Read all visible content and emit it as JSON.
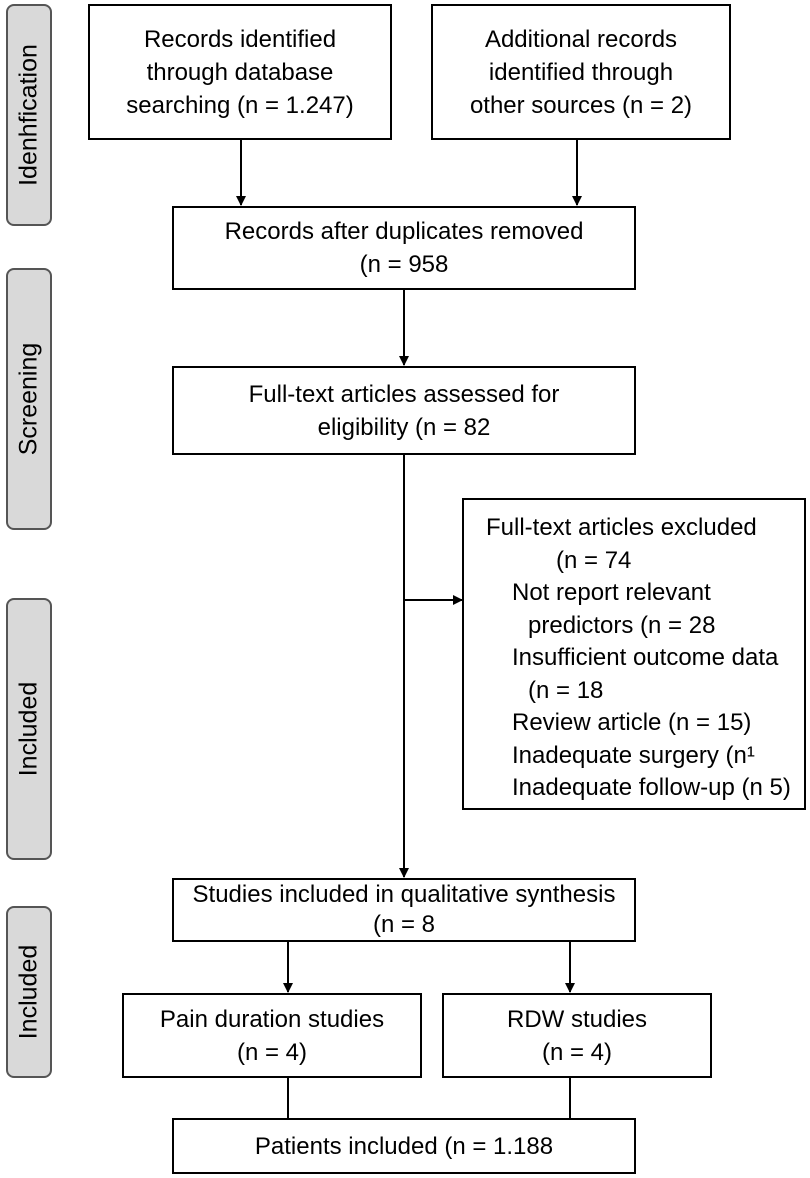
{
  "phases": {
    "identification": "Idenhfication",
    "screening": "Screening",
    "included_1": "Included",
    "included_2": "Included"
  },
  "boxes": {
    "database": [
      "Records identified",
      "through database",
      "searching (n = 1.247)"
    ],
    "other_sources": [
      "Additional records",
      "identified through",
      "other sources (n = 2)"
    ],
    "after_duplicates": [
      "Records after duplicates removed",
      "(n = 958"
    ],
    "full_text_assessed": [
      "Full-text articles assessed for",
      "eligibility (n = 82"
    ],
    "excluded": {
      "title": "Full-text articles excluded",
      "total": "(n = 74",
      "reasons": [
        "Not report relevant",
        "predictors (n = 28",
        "Insufficient outcome data",
        "(n = 18",
        "Review article (n = 15)",
        "Inadequate surgery (n¹",
        "Inadequate follow-up (n 5)"
      ]
    },
    "qualitative_synthesis": [
      "Studies included in qualitative synthesis",
      "(n = 8"
    ],
    "pain_duration": [
      "Pain duration studies",
      "(n = 4)"
    ],
    "rdw": [
      "RDW studies",
      "(n = 4)"
    ],
    "patients": "Patients included (n = 1.188"
  }
}
